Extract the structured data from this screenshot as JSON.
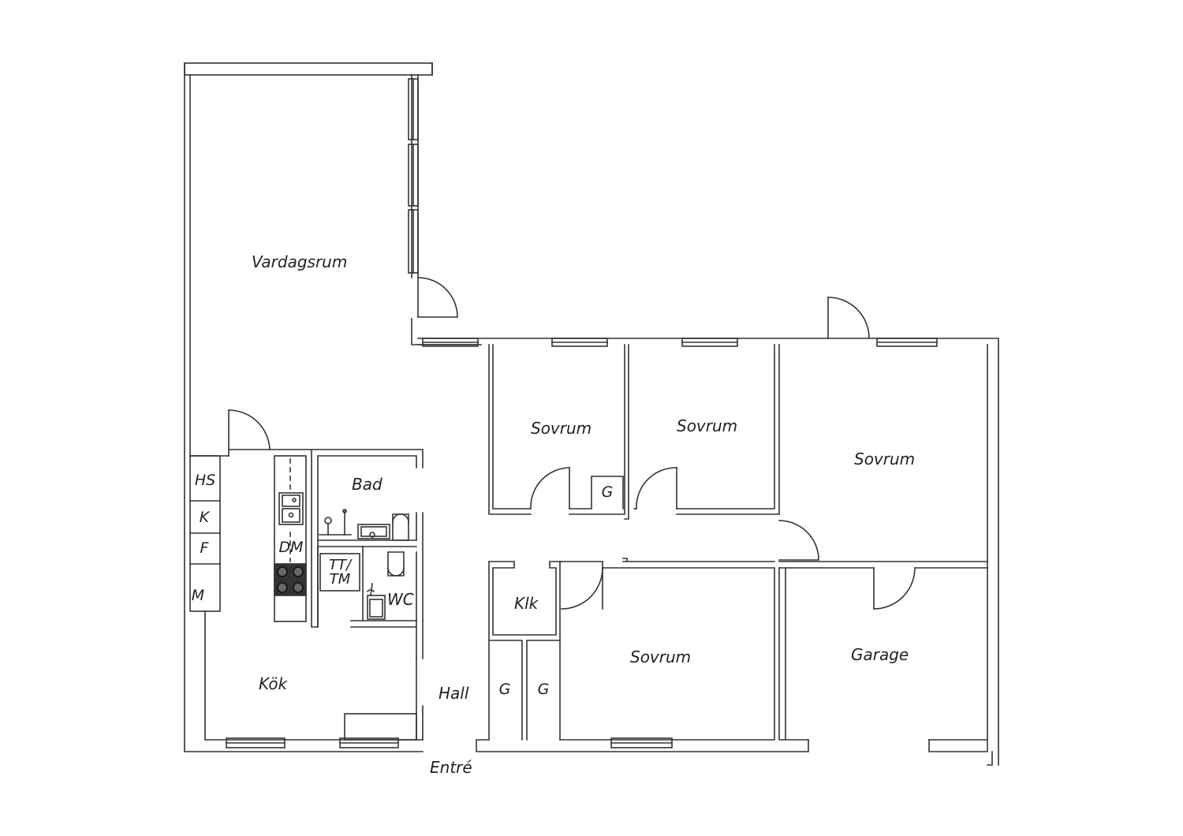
{
  "rooms": {
    "vardagsrum": "Vardagsrum",
    "sovrum_1": "Sovrum",
    "sovrum_2": "Sovrum",
    "sovrum_3": "Sovrum",
    "sovrum_4": "Sovrum",
    "bad": "Bad",
    "wc": "WC",
    "kok": "Kök",
    "hall": "Hall",
    "klk": "Klk",
    "garage": "Garage",
    "entre": "Entré"
  },
  "fixtures": {
    "hs": "HS",
    "k": "K",
    "f": "F",
    "m": "M",
    "dm": "DM",
    "tt": "TT/",
    "tm": "TM",
    "g_bedroom": "G",
    "g_hall_1": "G",
    "g_hall_2": "G"
  },
  "colors": {
    "wall": "#333333",
    "background": "#ffffff"
  }
}
